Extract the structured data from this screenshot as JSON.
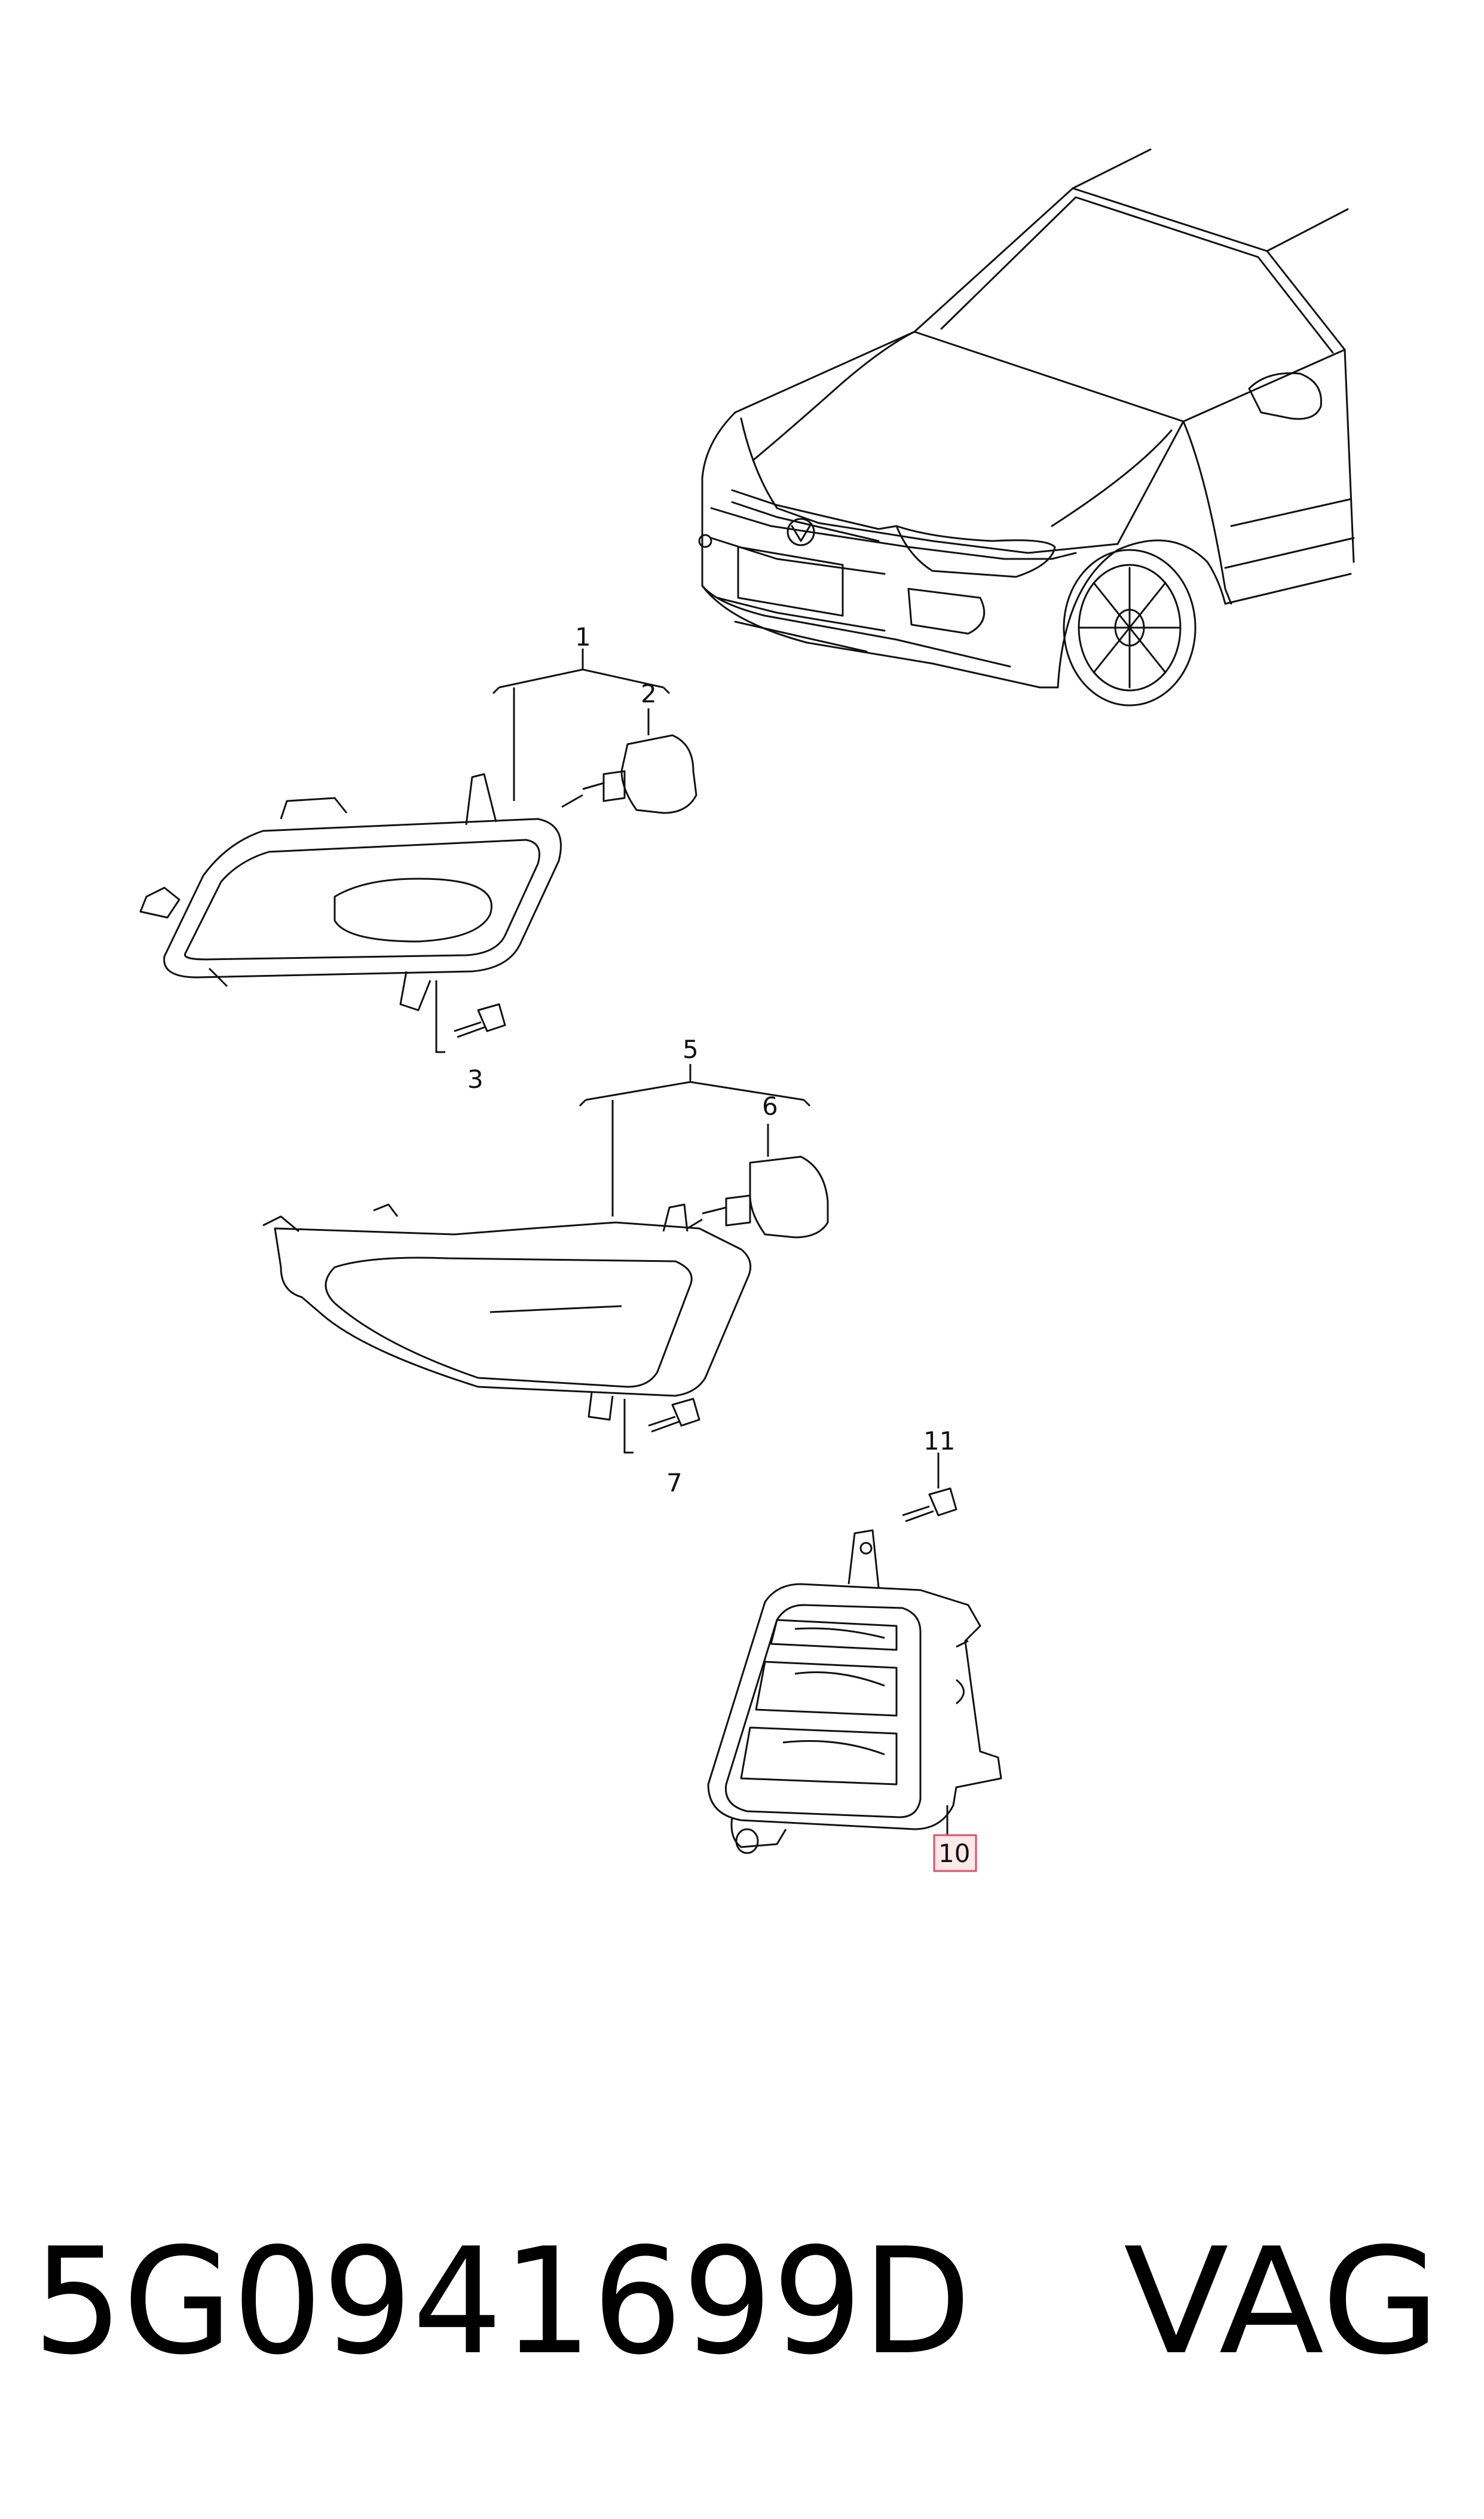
{
  "diagram": {
    "labels": {
      "p1": "1",
      "p2": "2",
      "p3": "3",
      "p5": "5",
      "p6": "6",
      "p7": "7",
      "p10": "10",
      "p11": "11"
    },
    "highlight_color": "#e05060",
    "line_color": "#111111"
  },
  "footer": {
    "part_number": "5G0941699D",
    "brand": "VAG"
  }
}
